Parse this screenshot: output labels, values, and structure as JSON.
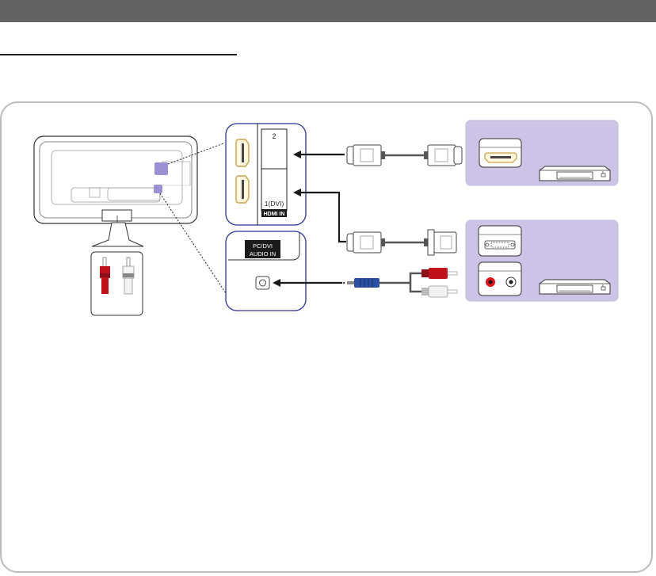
{
  "page": {
    "header_bar_color": "#656263",
    "frame_border_color": "#bcbcbc"
  },
  "diagram": {
    "tv": {
      "name": "TV (rear view)",
      "port_highlight_color": "#9d8fd4"
    },
    "hdmi_panel": {
      "port_2_label": "2",
      "port_1_label": "1(DVI)",
      "panel_label": "HDMI IN",
      "border_color": "#2e3192"
    },
    "audio_panel": {
      "label_line1": "PC/DVI",
      "label_line2": "AUDIO IN"
    },
    "devices": [
      {
        "name": "hdmi-device",
        "connector": "HDMI OUT",
        "bg_color": "#cdc3e6"
      },
      {
        "name": "dvi-device",
        "connectors": [
          "DVI OUT",
          "AUDIO OUT"
        ],
        "bg_color": "#cdc3e6"
      }
    ],
    "cables": [
      {
        "name": "hdmi-cable",
        "from": "HDMI device",
        "to": "HDMI IN 2"
      },
      {
        "name": "hdmi-to-dvi-cable",
        "from": "DVI device",
        "to": "HDMI IN 1(DVI)"
      },
      {
        "name": "stereo-to-rca-cable",
        "from": "Audio out (red/white)",
        "to": "PC/DVI AUDIO IN"
      }
    ],
    "colors": {
      "rca_red": "#c1121b",
      "rca_white": "#e6e6e6",
      "minijack_blue": "#2b4fa3",
      "hdmi_gold": "#c9a44a"
    }
  }
}
